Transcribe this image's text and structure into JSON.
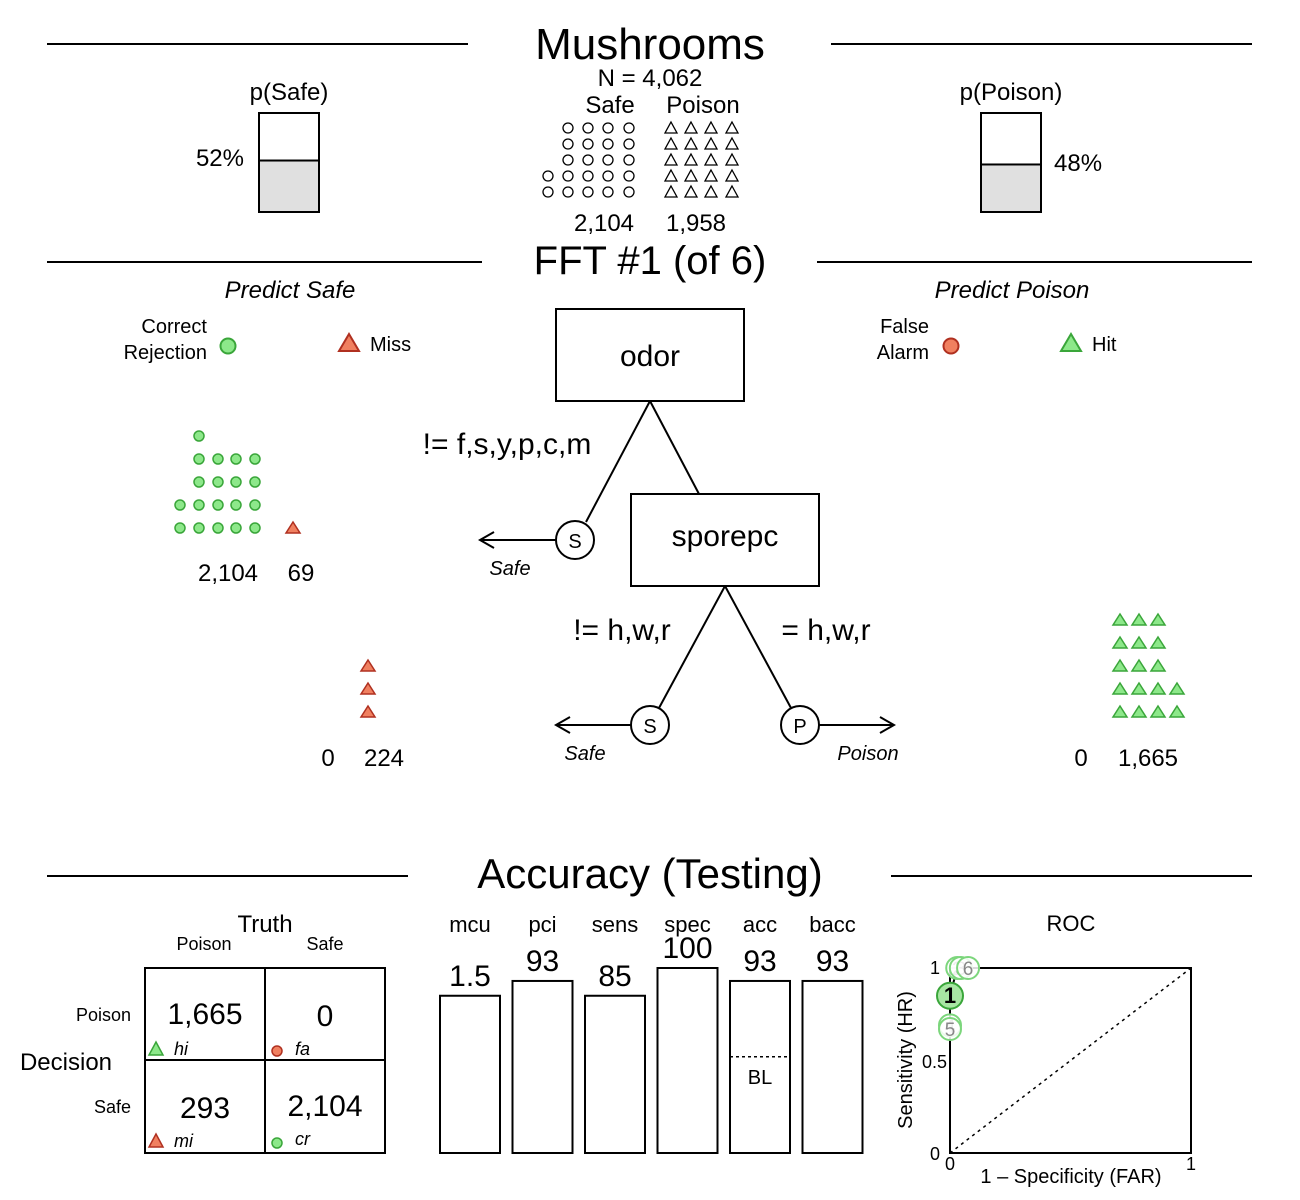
{
  "header": {
    "title": "Mushrooms",
    "n_label": "N = 4,062",
    "safe_label": "Safe",
    "poison_label": "Poison",
    "safe_count": "2,104",
    "poison_count": "1,958",
    "p_safe_label": "p(Safe)",
    "p_safe_pct": "52%",
    "p_safe_value": 0.52,
    "p_poison_label": "p(Poison)",
    "p_poison_pct": "48%",
    "p_poison_value": 0.48
  },
  "tree": {
    "title": "FFT #1 (of 6)",
    "predict_safe": "Predict Safe",
    "predict_poison": "Predict Poison",
    "legend": {
      "correct_rejection_line1": "Correct",
      "correct_rejection_line2": "Rejection",
      "miss": "Miss",
      "false_alarm_line1": "False",
      "false_alarm_line2": "Alarm",
      "hit": "Hit"
    },
    "node1": {
      "cue": "odor",
      "branch_label": "!= f,s,y,p,c,m",
      "exit_symbol": "S",
      "exit_label": "Safe"
    },
    "node2": {
      "cue": "sporepc",
      "left_label": "!= h,w,r",
      "right_label": "= h,w,r",
      "left_symbol": "S",
      "left_exit": "Safe",
      "right_symbol": "P",
      "right_exit": "Poison"
    },
    "level1_counts": {
      "cr": "2,104",
      "mi": "69"
    },
    "level2_left_counts": {
      "cr": "0",
      "mi": "224"
    },
    "level2_right_counts": {
      "fa": "0",
      "hi": "1,665"
    },
    "icons": {
      "level1_cr": 19,
      "level1_mi": 1,
      "level2_mi": 3,
      "level2_hi": 17
    }
  },
  "accuracy": {
    "title": "Accuracy (Testing)",
    "truth_label": "Truth",
    "decision_label": "Decision",
    "col_poison": "Poison",
    "col_safe": "Safe",
    "row_poison": "Poison",
    "row_safe": "Safe",
    "hi": "1,665",
    "fa": "0",
    "mi": "293",
    "cr": "2,104",
    "hi_label": "hi",
    "fa_label": "fa",
    "mi_label": "mi",
    "cr_label": "cr",
    "baseline_label": "BL",
    "bars": [
      {
        "label": "mcu",
        "value_text": "1.5",
        "level": 0.85
      },
      {
        "label": "pci",
        "value_text": "93",
        "level": 0.93
      },
      {
        "label": "sens",
        "value_text": "85",
        "level": 0.85
      },
      {
        "label": "spec",
        "value_text": "100",
        "level": 1.0
      },
      {
        "label": "acc",
        "value_text": "93",
        "level": 0.93
      },
      {
        "label": "bacc",
        "value_text": "93",
        "level": 0.93
      }
    ],
    "baseline_value": 0.52
  },
  "chart_data": {
    "type": "scatter",
    "title": "ROC",
    "xlabel": "1 – Specificity (FAR)",
    "ylabel": "Sensitivity (HR)",
    "xlim": [
      0,
      1
    ],
    "ylim": [
      0,
      1
    ],
    "x_ticks": [
      "0",
      "1"
    ],
    "y_ticks": [
      "0",
      "0.5",
      "1"
    ],
    "points": [
      {
        "label": "2",
        "x": 0.03,
        "y": 1.0
      },
      {
        "label": "3",
        "x": 0.045,
        "y": 1.0
      },
      {
        "label": "6",
        "x": 0.075,
        "y": 1.0
      },
      {
        "label": "4",
        "x": 0.0,
        "y": 0.69
      },
      {
        "label": "5",
        "x": 0.0,
        "y": 0.67
      },
      {
        "label": "1",
        "x": 0.0,
        "y": 0.85
      }
    ],
    "selected_point": "1",
    "colors": {
      "point_stroke": "#7cd67c",
      "selected_fill": "#a8e6a3",
      "selected_stroke": "#3aa63a"
    }
  },
  "colors": {
    "green_fill": "#8de88a",
    "green_stroke": "#3aa63a",
    "red_fill": "#f08060",
    "red_stroke": "#b03020",
    "bar_fill": "#e0e0e0"
  }
}
